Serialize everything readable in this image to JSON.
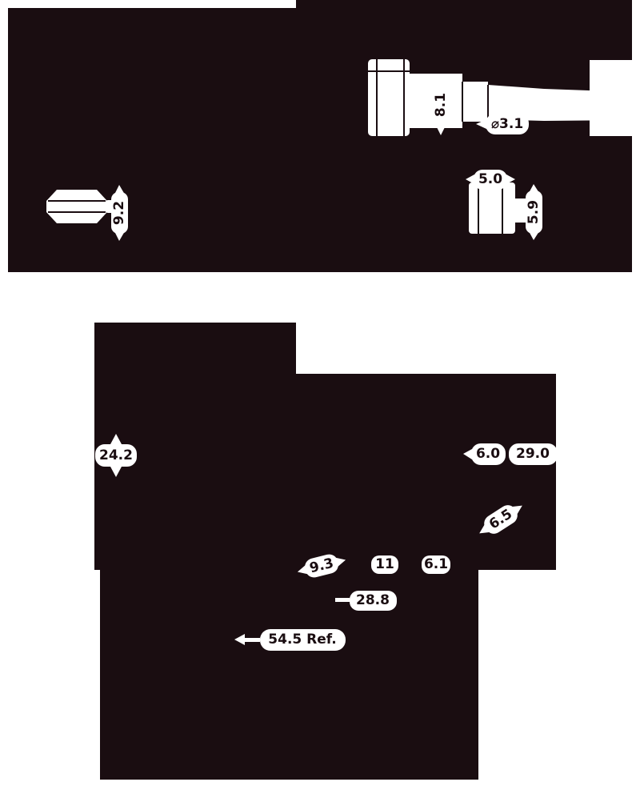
{
  "colors": {
    "ink": "#1a0d11",
    "paper": "#ffffff"
  },
  "dims": {
    "plug_height": "8.1",
    "pin_diameter": "⌀3.1",
    "tip_length": "5.0",
    "tip_height": "5.9",
    "nut_width": "9.2",
    "body_height": "24.2",
    "step_length": "6.0",
    "shell_length": "29.0",
    "chamfer_length": "6.5",
    "segment_a": "9.3",
    "segment_b": "11",
    "segment_c": "6.1",
    "mid_length": "28.8",
    "overall_length": "54.5 Ref."
  }
}
